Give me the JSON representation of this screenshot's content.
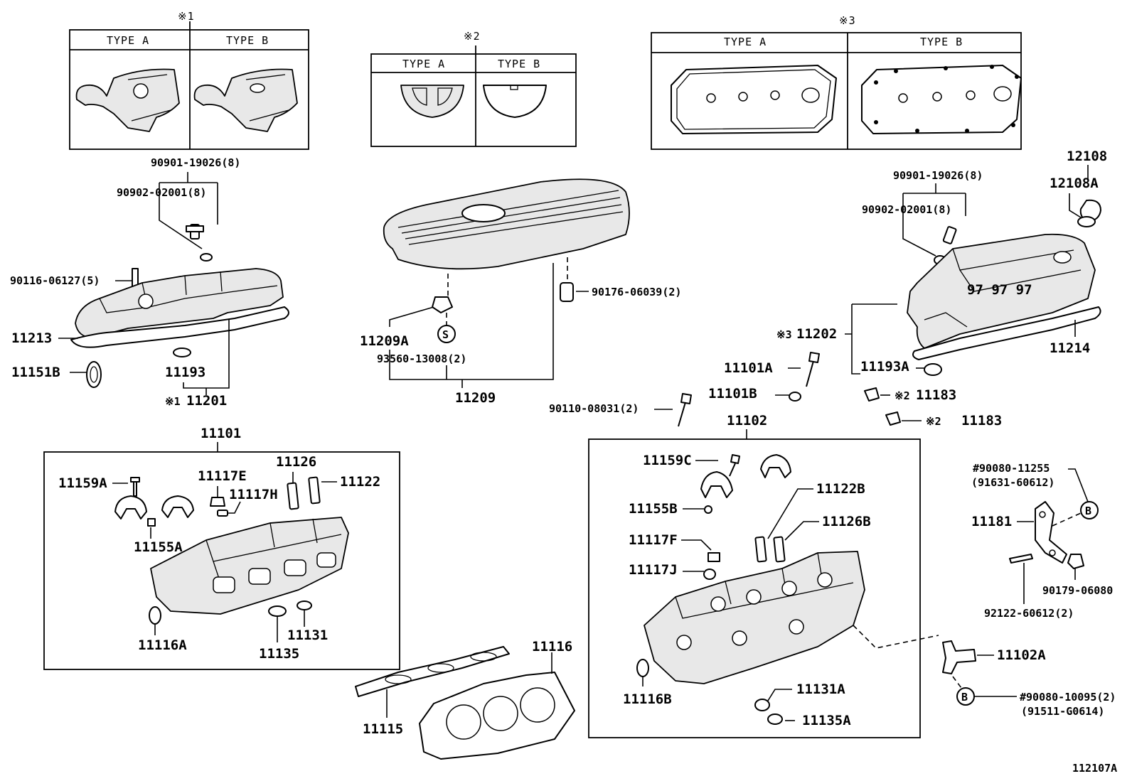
{
  "notes": {
    "n1": "※1",
    "n2": "※2",
    "n3": "※3",
    "type_a": "TYPE A",
    "type_b": "TYPE B"
  },
  "labels": {
    "p90901_l": "90901-19026(8)",
    "p90902_l": "90902-02001(8)",
    "p90116": "90116-06127(5)",
    "p11213": "11213",
    "p11151b": "11151B",
    "p11193": "11193",
    "p11201": "11201",
    "p11201_mark": "※1",
    "p11209a": "11209A",
    "p93560": "93560-13008(2)",
    "p11209": "11209",
    "p90176": "90176-06039(2)",
    "p90901_r": "90901-19026(8)",
    "p90902_r": "90902-02001(8)",
    "p12108": "12108",
    "p12108a": "12108A",
    "p11202": "11202",
    "p11202_mark": "※3",
    "p11214": "11214",
    "p11101a": "11101A",
    "p11193a": "11193A",
    "p11101b": "11101B",
    "p11183_1": "11183",
    "p11183_2": "11183",
    "p11183_mark": "※2",
    "p90110": "90110-08031(2)",
    "p11101": "11101",
    "p11102": "11102",
    "p11159a": "11159A",
    "p11117e": "11117E",
    "p11126": "11126",
    "p11122": "11122",
    "p11117h": "11117H",
    "p11155a": "11155A",
    "p11116a": "11116A",
    "p11135": "11135",
    "p11131": "11131",
    "p11159c": "11159C",
    "p11155b": "11155B",
    "p11122b": "11122B",
    "p11126b": "11126B",
    "p11117f": "11117F",
    "p11117j": "11117J",
    "p11116b": "11116B",
    "p11131a": "11131A",
    "p11135a": "11135A",
    "p11116": "11116",
    "p11115": "11115",
    "p90080_11255": "#90080-11255",
    "p91631": "(91631-60612)",
    "p11181": "11181",
    "p90179": "90179-06080",
    "p92122": "92122-60612(2)",
    "p11102a": "11102A",
    "p90080_10095": "#90080-10095(2)",
    "p91511": "(91511-G0614)",
    "marker_b": "B",
    "marker_s": "S",
    "figure_id": "112107A"
  }
}
